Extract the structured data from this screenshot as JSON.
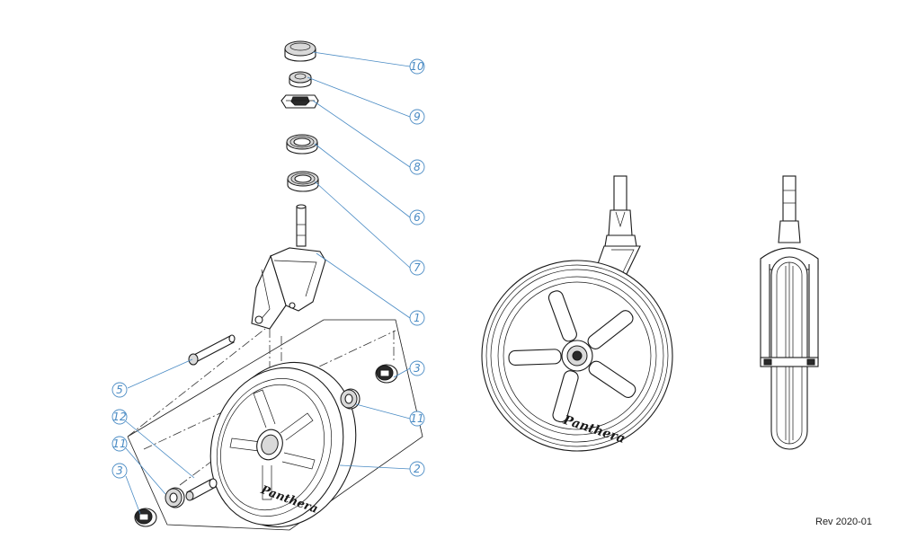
{
  "callouts": {
    "c10": "10",
    "c9": "9",
    "c8": "8",
    "c6": "6",
    "c7": "7",
    "c1": "1",
    "c3a": "3",
    "c11a": "11",
    "c5": "5",
    "c12": "12",
    "c11b": "11",
    "c2": "2",
    "c3b": "3"
  },
  "brand_text": "Panthera",
  "revision": "Rev 2020-01",
  "colors": {
    "callout": "#4a8bc4",
    "line": "#1a1a1a"
  }
}
